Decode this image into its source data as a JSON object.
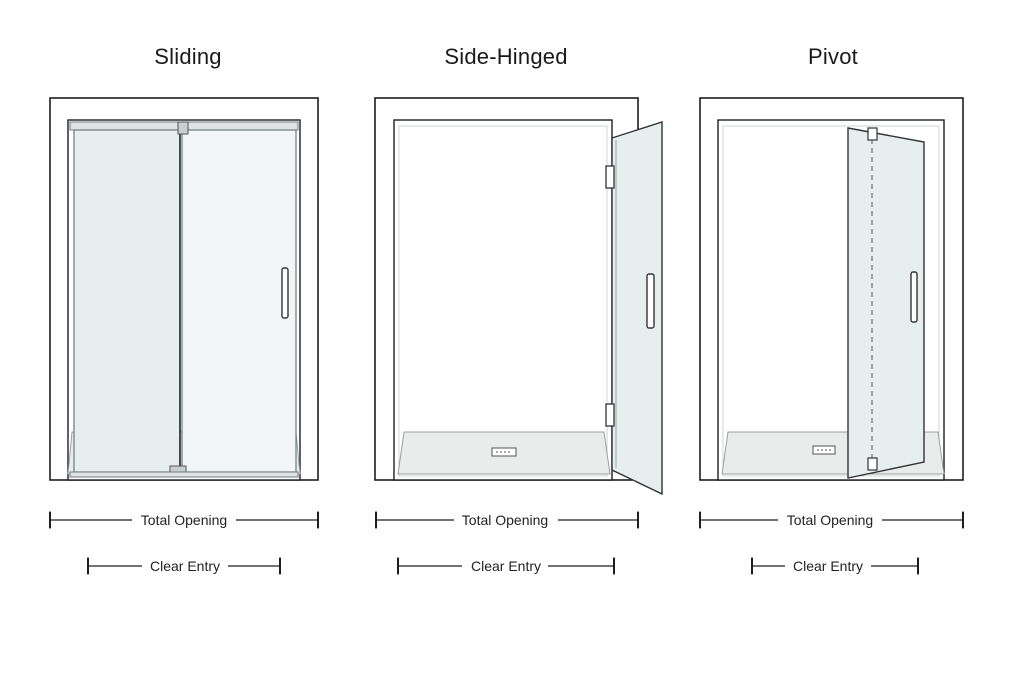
{
  "diagram": {
    "panels": [
      {
        "title": "Sliding",
        "total_label": "Total Opening",
        "clear_label": "Clear Entry"
      },
      {
        "title": "Side-Hinged",
        "total_label": "Total Opening",
        "clear_label": "Clear Entry"
      },
      {
        "title": "Pivot",
        "total_label": "Total Opening",
        "clear_label": "Clear Entry"
      }
    ],
    "colors": {
      "line": "#1e1e1e",
      "glass": "#e6eeee",
      "glass_edge": "#6f7a7a",
      "tray": "#e9ecea",
      "metal": "#8a8f8f"
    }
  }
}
